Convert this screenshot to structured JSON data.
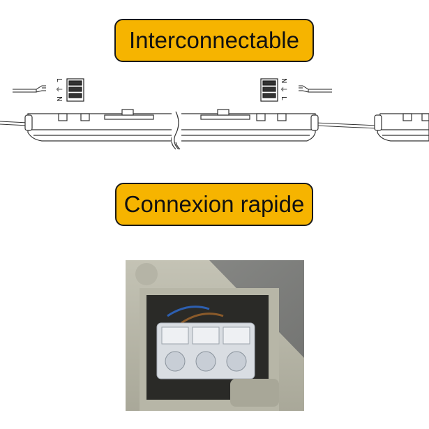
{
  "labels": {
    "interconnect": "Interconnectable",
    "quick_connect": "Connexion rapide"
  },
  "terminal_markings": {
    "left": [
      "L",
      "⏚",
      "N"
    ],
    "right": [
      "N",
      "⏚",
      "L"
    ]
  },
  "colors": {
    "badge_fill": "#f6b400",
    "badge_border": "#1a1a1a",
    "line_art": "#222222"
  },
  "icons": [
    "wire-icon",
    "terminal-block-icon",
    "earth-symbol-icon",
    "luminaire-drawing",
    "connector-photo"
  ]
}
